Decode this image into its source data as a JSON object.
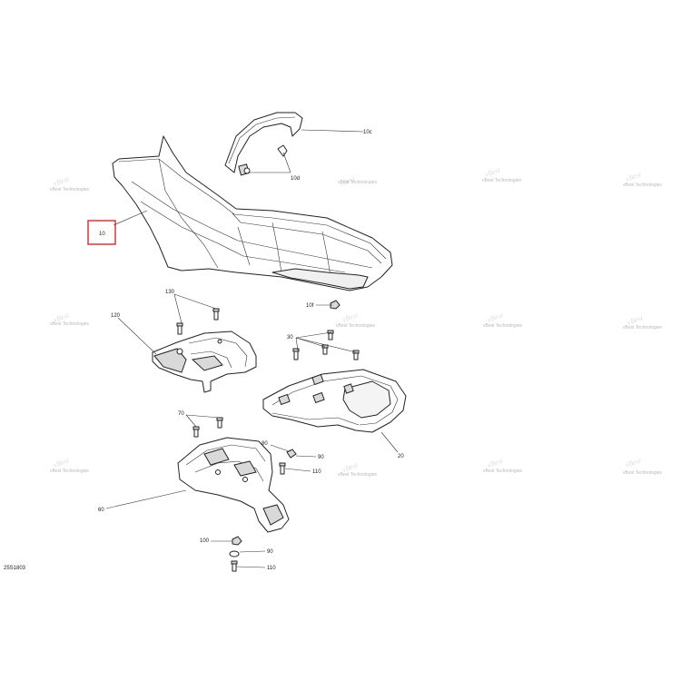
{
  "diagram": {
    "reference_code": "25S1803",
    "highlight_color": "#d8282c",
    "watermark_text": "vBest Technologies",
    "callouts": {
      "c10": "10",
      "c10c": "10c",
      "c10d": "10d",
      "c10f": "10f",
      "c130": "130",
      "c120": "120",
      "c30": "30",
      "c20": "20",
      "c70": "70",
      "c80": "80",
      "c90a": "90",
      "c110a": "110",
      "c60": "60",
      "c100": "100",
      "c90b": "90",
      "c110b": "110"
    }
  }
}
